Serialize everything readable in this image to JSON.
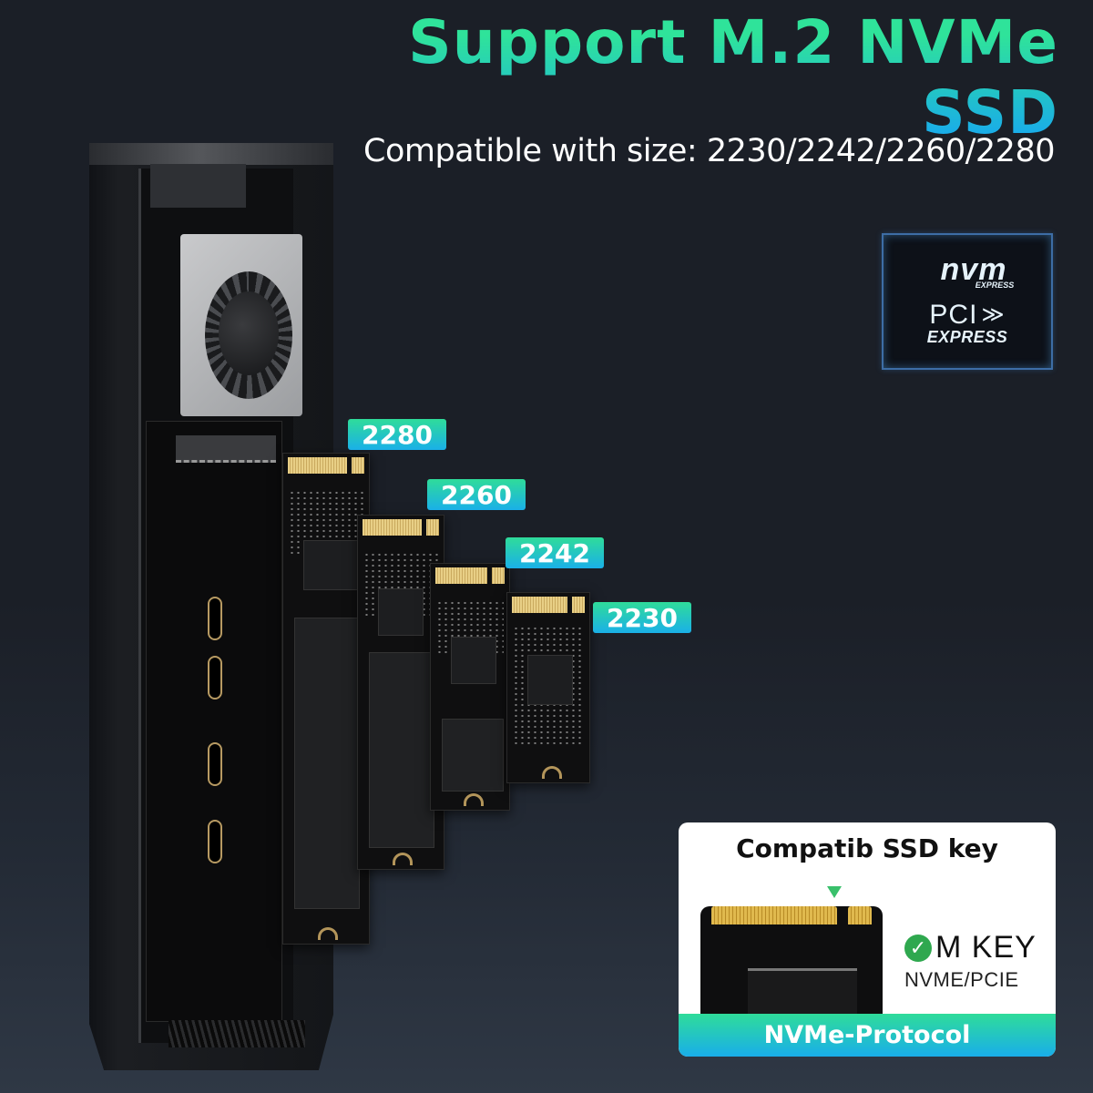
{
  "header": {
    "title": "Support M.2 NVMe SSD",
    "subtitle": "Compatible with size: 2230/2242/2260/2280"
  },
  "logo": {
    "nvm": "nvm",
    "nvm_sub": "EXPRESS",
    "pci": "PCI",
    "pci_sub": "EXPRESS"
  },
  "sizes": [
    {
      "label": "2280"
    },
    {
      "label": "2260"
    },
    {
      "label": "2242"
    },
    {
      "label": "2230"
    }
  ],
  "key_card": {
    "title": "Compatib SSD key",
    "key_label": "M KEY",
    "protocol_sub": "NVME/PCIE",
    "protocol_bar": "NVMe-Protocol",
    "check_icon": "✓"
  },
  "colors": {
    "background": "#1b1f27",
    "accent_green": "#2fdc9a",
    "accent_blue": "#1ab0e8",
    "check_green": "#2fa84f"
  }
}
